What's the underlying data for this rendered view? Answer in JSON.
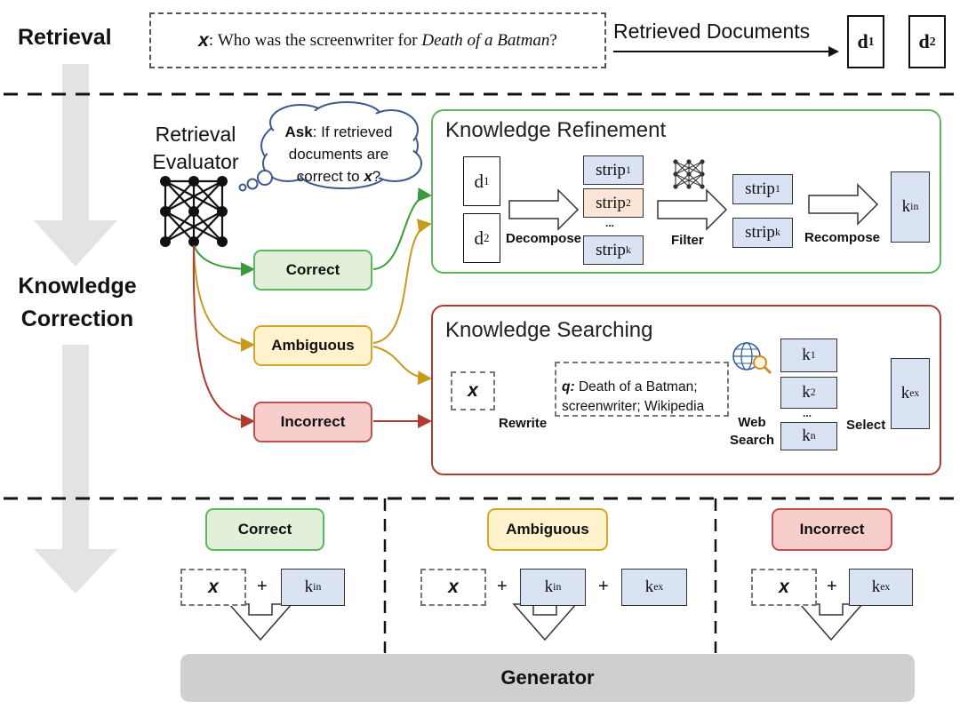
{
  "stages": {
    "retrieval": "Retrieval",
    "correction_line1": "Knowledge",
    "correction_line2": "Correction"
  },
  "query": {
    "var": "x",
    "colon": ":",
    "text": "Who was the screenwriter for",
    "title": "Death of a Batman",
    "end": "?"
  },
  "retrieved": {
    "label": "Retrieved Documents",
    "d1": "d",
    "d1_sub": "1",
    "d2": "d",
    "d2_sub": "2"
  },
  "evaluator": {
    "line1": "Retrieval",
    "line2": "Evaluator",
    "ask_bold": "Ask",
    "ask_line1": ": If retrieved",
    "ask_line2": "documents are",
    "ask_line3_pre": "correct to ",
    "ask_var": "x",
    "ask_end": "?"
  },
  "actions": {
    "correct": "Correct",
    "ambiguous": "Ambiguous",
    "incorrect": "Incorrect"
  },
  "refinement": {
    "title": "Knowledge Refinement",
    "doc1": "d",
    "doc1_sub": "1",
    "doc2": "d",
    "doc2_sub": "2",
    "decompose": "Decompose",
    "strip1": "strip",
    "strip1_sub": "1",
    "strip2": "strip",
    "strip2_sub": "2",
    "stripk": "strip",
    "stripk_sub": "k",
    "ellipsis": "...",
    "filter": "Filter",
    "out_strip1": "strip",
    "out_strip1_sub": "1",
    "out_stripk": "strip",
    "out_stripk_sub": "k",
    "recompose": "Recompose",
    "kin": "k",
    "kin_sub": "in"
  },
  "searching": {
    "title": "Knowledge Searching",
    "x": "x",
    "rewrite": "Rewrite",
    "q_label": "q:",
    "q_line1": "Death of a Batman;",
    "q_line2": "screenwriter; Wikipedia",
    "web": "Web",
    "search": "Search",
    "k1": "k",
    "k1_sub": "1",
    "k2": "k",
    "k2_sub": "2",
    "kn": "k",
    "kn_sub": "n",
    "ellipsis": "...",
    "select": "Select",
    "kex": "k",
    "kex_sub": "ex"
  },
  "generation": {
    "correct": {
      "label": "Correct",
      "x": "x",
      "plus": "+",
      "k": "k",
      "k_sub": "in"
    },
    "ambiguous": {
      "label": "Ambiguous",
      "x": "x",
      "plus1": "+",
      "k1": "k",
      "k1_sub": "in",
      "plus2": "+",
      "k2": "k",
      "k2_sub": "ex"
    },
    "incorrect": {
      "label": "Incorrect",
      "x": "x",
      "plus": "+",
      "k": "k",
      "k_sub": "ex"
    },
    "generator": "Generator"
  },
  "colors": {
    "green": "#5cb85c",
    "yellow": "#d4a72c",
    "red": "#c0504d",
    "blue_fill": "#dae3f3",
    "panel_green": "#5cb85c",
    "panel_red": "#b03a2e",
    "cloud": "#3d5a8a",
    "stage_arrow": "#e0e0e0",
    "generator_bar": "#cfcfcf"
  },
  "icons": {
    "evaluator_net": "neural-network-icon",
    "filter_net": "neural-network-icon",
    "web_search": "globe-search-icon"
  }
}
